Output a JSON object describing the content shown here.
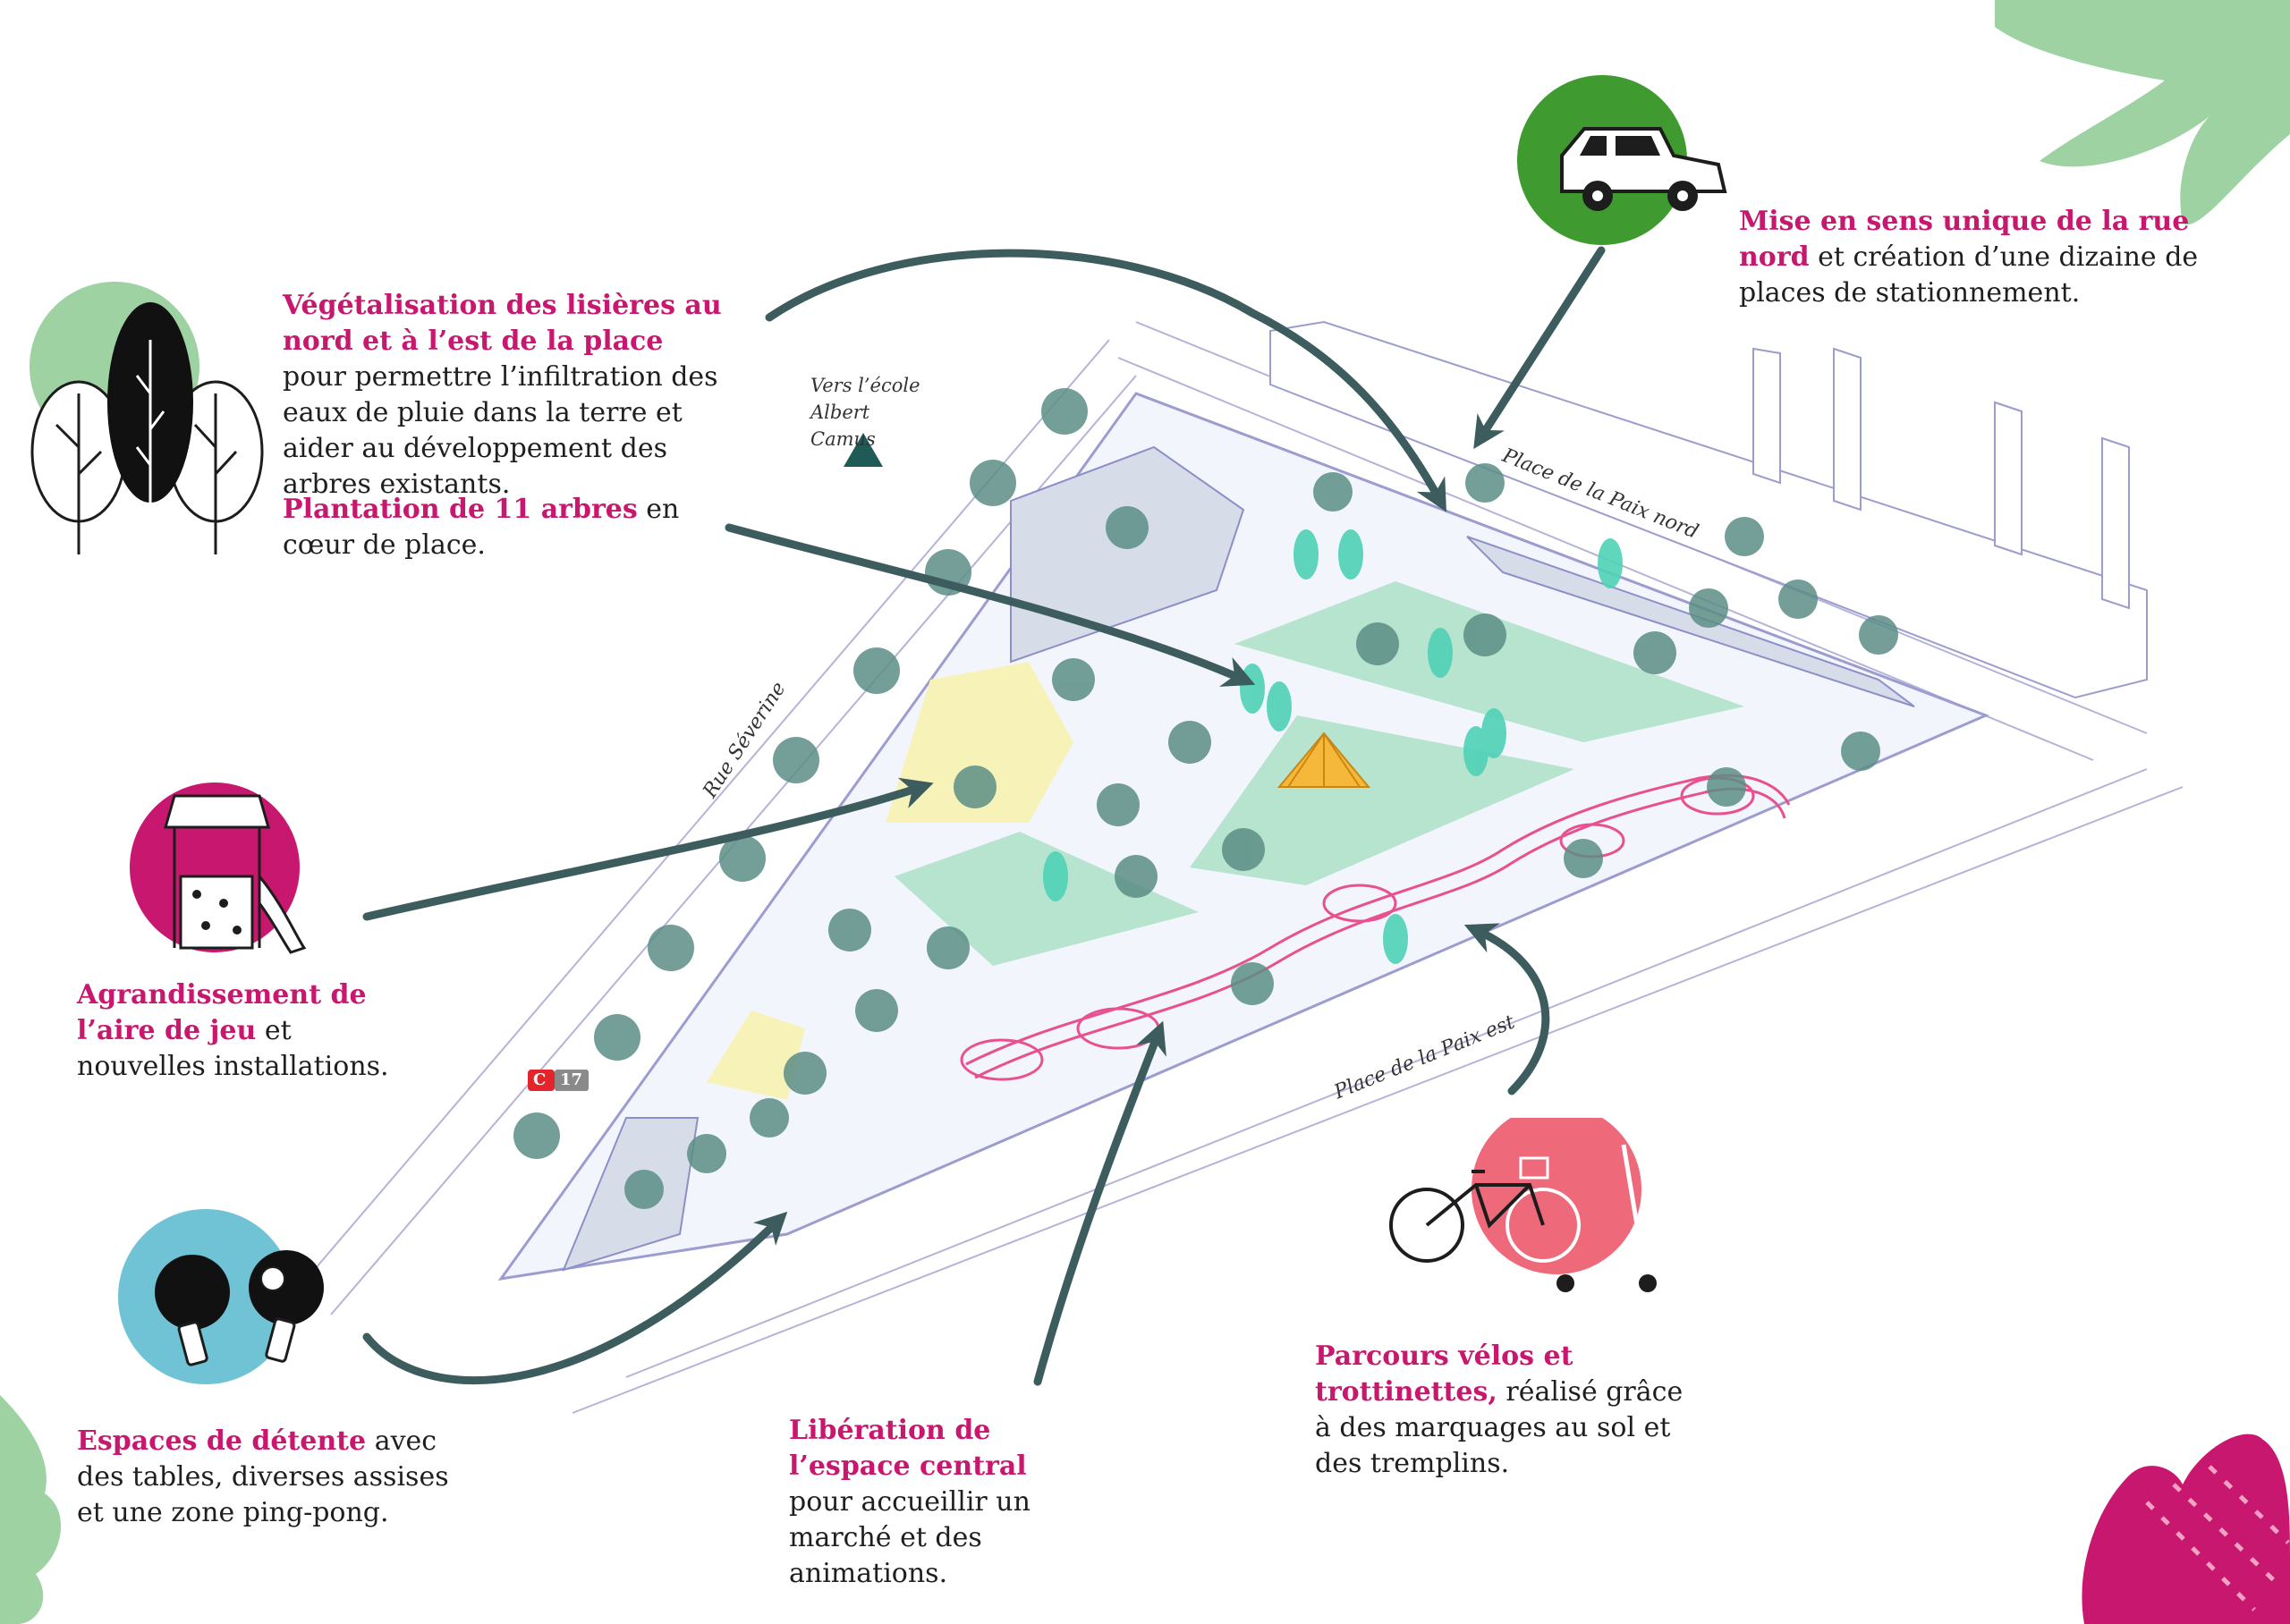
{
  "annotations": {
    "vegetalisation": {
      "highlight": "Végétalisation des lisières au nord et à l’est de la place",
      "text": "pour permettre l’infiltration des eaux de pluie dans la terre et aider au développement des arbres existants."
    },
    "plantation": {
      "highlight": "Plantation de 11 arbres",
      "text": "en cœur de place."
    },
    "sens_unique": {
      "highlight": "Mise en sens unique de la rue nord",
      "text": "et création d’une dizaine de places de stationnement."
    },
    "aire_de_jeu": {
      "highlight": "Agrandissement de l’aire de jeu",
      "text": "et nouvelles installations."
    },
    "detente": {
      "highlight": "Espaces de détente",
      "text": "avec des tables, diverses assises et une zone ping-pong."
    },
    "liberation": {
      "highlight": "Libération de l’espace central",
      "text": "pour accueillir un marché et des animations."
    },
    "parcours": {
      "highlight": "Parcours vélos et trottinettes,",
      "text": "réalisé grâce à des marquages au sol et des tremplins."
    }
  },
  "map_labels": {
    "ecole": "Vers l’école Albert Camus",
    "rue_severine": "Rue Séverine",
    "place_paix_nord": "Place de la Paix nord",
    "place_paix_est": "Place de la Paix est",
    "bus_line": "C",
    "bus_number": "17"
  },
  "icons": {
    "trees": "trees-icon",
    "car": "car-icon",
    "playground": "playground-icon",
    "pingpong": "ping-pong-paddles-icon",
    "bike": "bike-and-scooter-icon",
    "school": "school-triangle-icon"
  },
  "colors": {
    "highlight": "#c8176f",
    "arrow": "#3d5c5e",
    "green_circle": "#3f9b2f",
    "pale_green": "#9fd2a3",
    "pink_circle": "#c8176f",
    "blue_circle": "#6fc3d4",
    "coral_circle": "#ee6a7a",
    "path_pink": "#e8508f"
  }
}
